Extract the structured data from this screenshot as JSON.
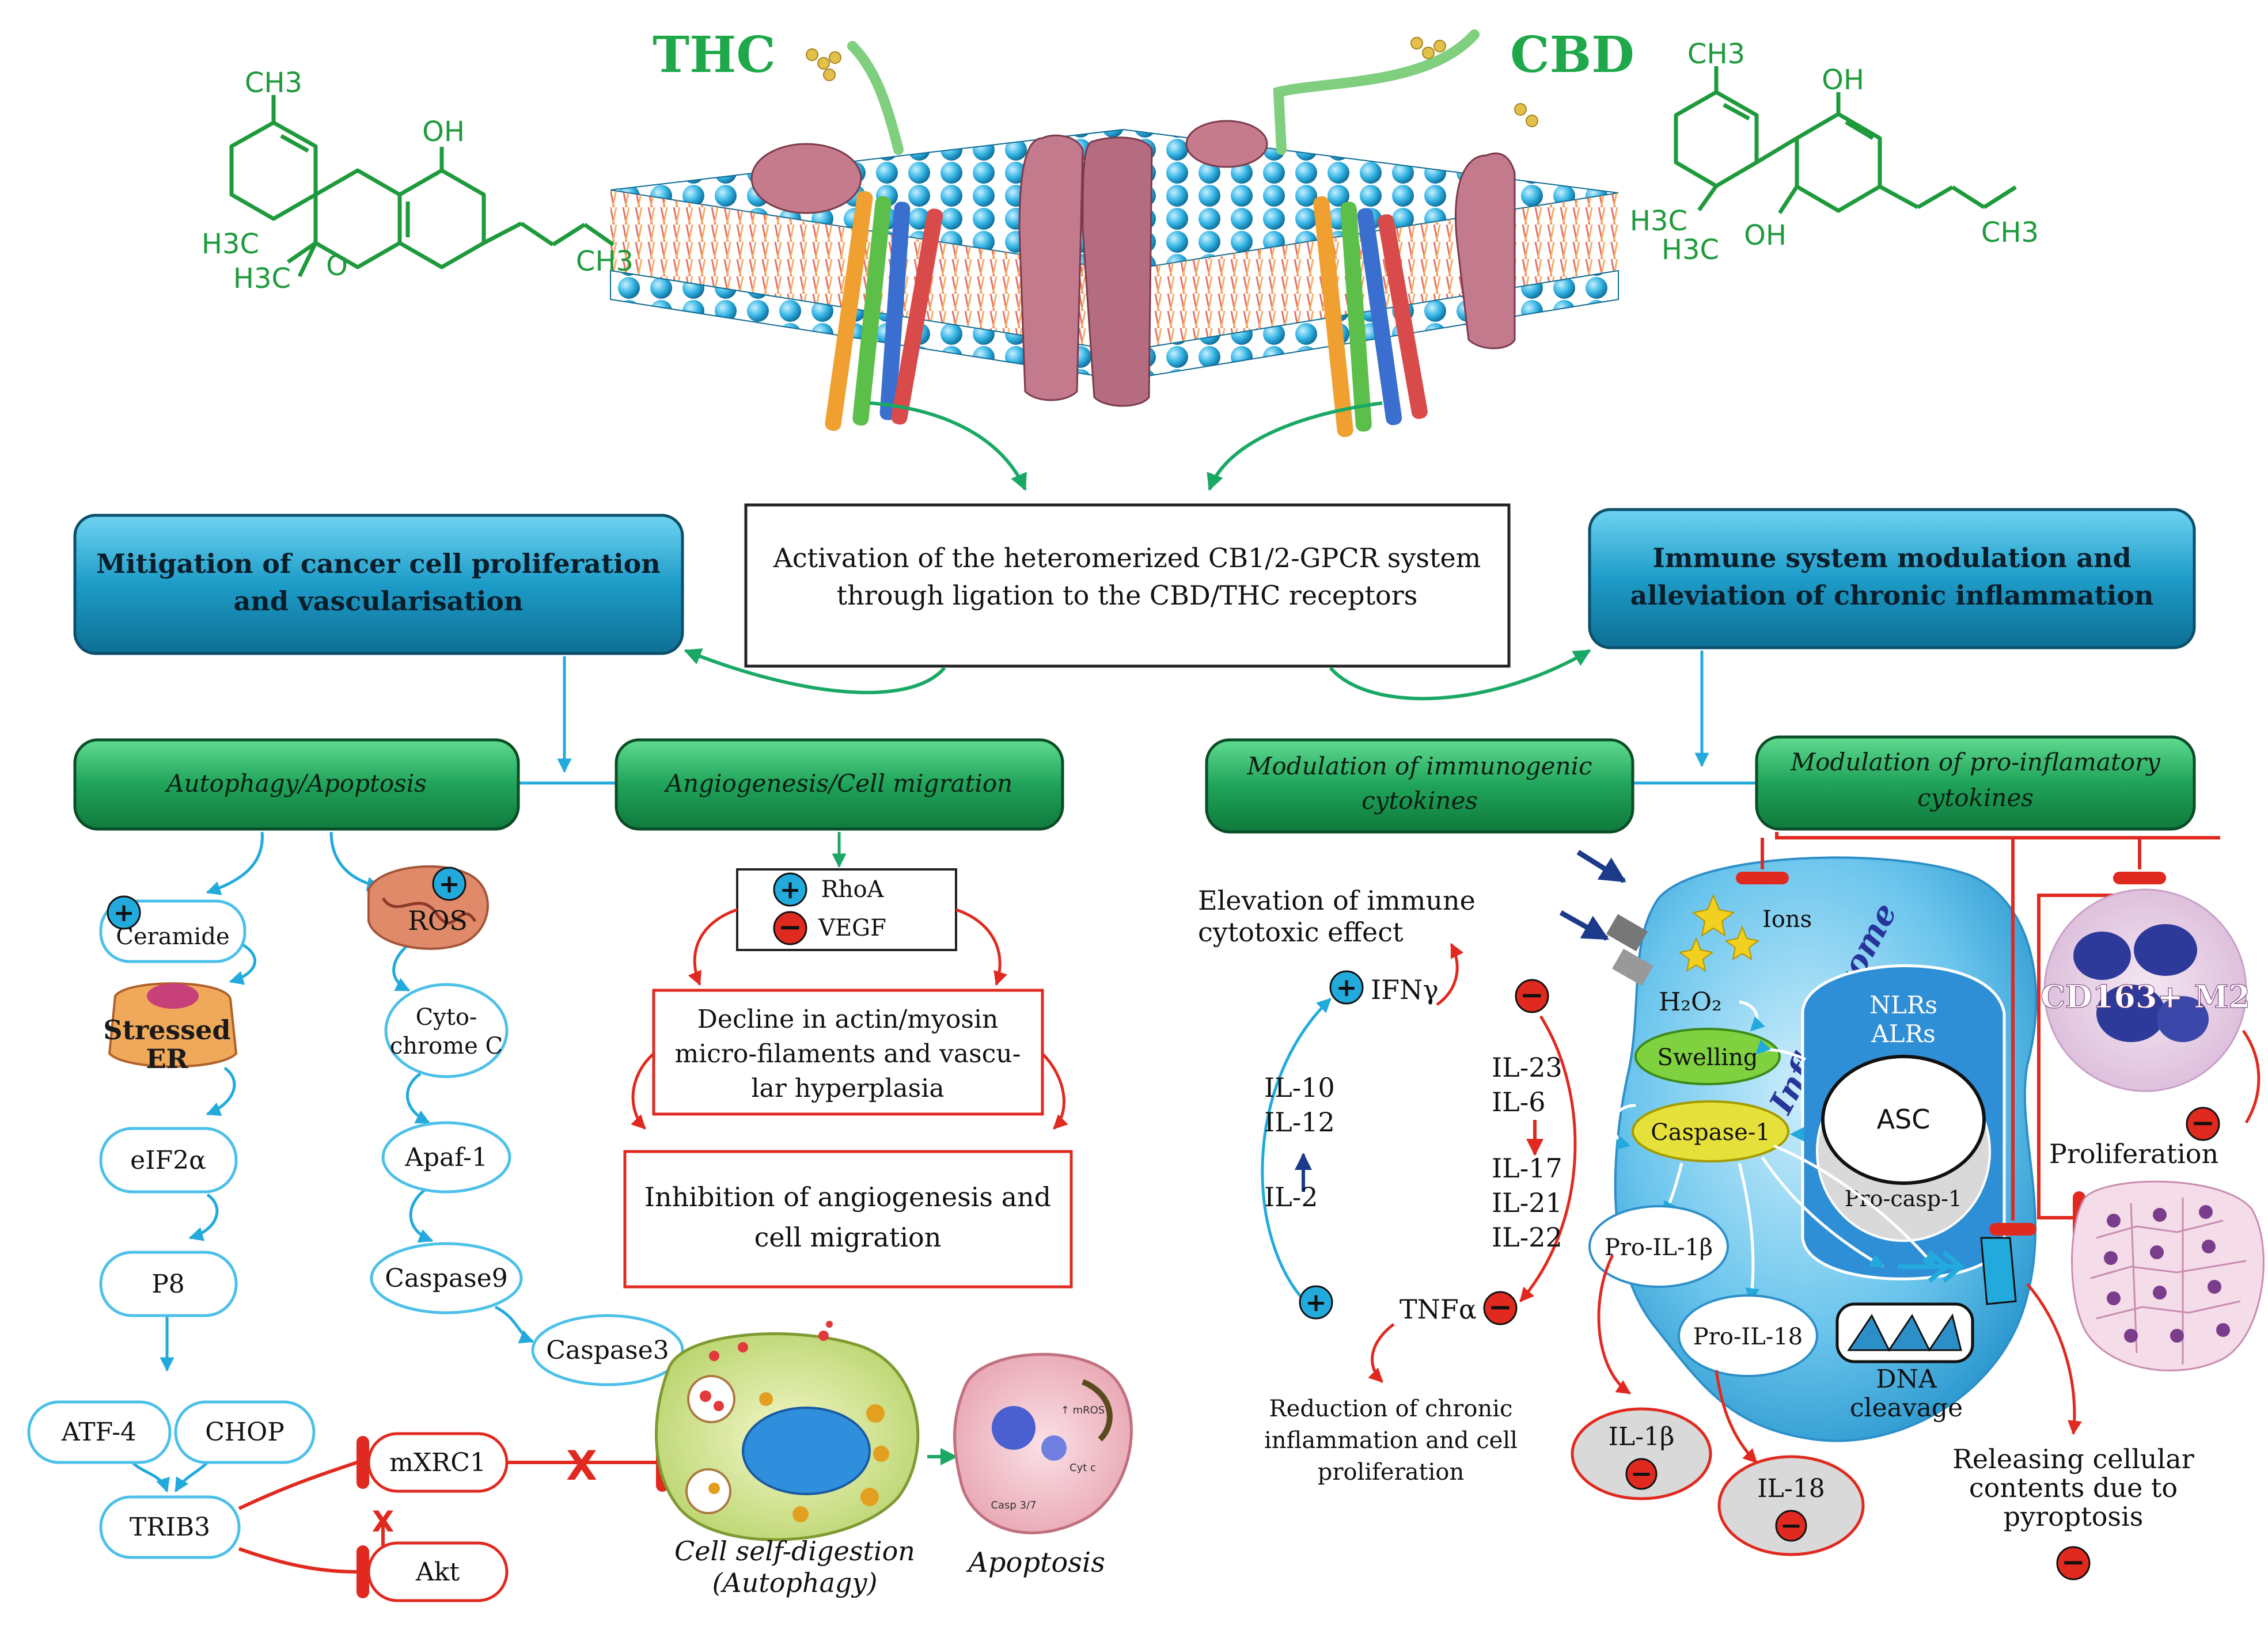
{
  "molecules": {
    "thc": {
      "label": "THC",
      "ch3_top": "CH3",
      "oh": "OH",
      "h3c_a": "H3C",
      "h3c_b": "H3C",
      "o": "O",
      "ch3_tail": "CH3"
    },
    "cbd": {
      "label": "CBD",
      "ch3_top": "CH3",
      "oh_top": "OH",
      "h3c_a": "H3C",
      "h3c_b": "H3C",
      "oh_bottom": "OH",
      "ch3_tail": "CH3"
    }
  },
  "central": {
    "line1": "Activation of the heteromerized CB1/2-GPCR system",
    "line2": "through ligation to the CBD/THC receptors"
  },
  "left_header": {
    "line1": "Mitigation of cancer cell proliferation",
    "line2": "and vascularisation"
  },
  "right_header": {
    "line1": "Immune system modulation and",
    "line2": "alleviation of chronic inflammation"
  },
  "sub_headers": {
    "autophagy": "Autophagy/Apoptosis",
    "angiogenesis": "Angiogenesis/Cell migration",
    "immunogenic_1": "Modulation of immunogenic",
    "immunogenic_2": "cytokines",
    "proinflam_1": "Modulation of pro-inflamatory",
    "proinflam_2": "cytokines"
  },
  "autophagy_chain": {
    "ceramide": "Ceramide",
    "stressed_1": "Stressed",
    "stressed_2": "ER",
    "eif2a": "eIF2α",
    "p8": "P8",
    "atf4": "ATF-4",
    "chop": "CHOP",
    "trib3": "TRIB3",
    "mxrc1": "mXRC1",
    "akt": "Akt",
    "ros": "ROS",
    "cyto_1": "Cyto-",
    "cyto_2": "chrome C",
    "apaf1": "Apaf-1",
    "caspase9": "Caspase9",
    "caspase3": "Caspase3",
    "cross": "X"
  },
  "autophagy_labels": {
    "self_digestion_1": "Cell self-digestion",
    "self_digestion_2": "(Autophagy)",
    "apoptosis": "Apoptosis",
    "mini_mros": "↑ mROS",
    "mini_cytc": "Cyt c",
    "mini_casp": "Casp 3/7"
  },
  "angiogenesis": {
    "rhoa": "RhoA",
    "vegf": "VEGF",
    "decline_1": "Decline in actin/myosin",
    "decline_2": "micro-filaments and vascu-",
    "decline_3": "lar hyperplasia",
    "inhibit_1": "Inhibition of angiogenesis and",
    "inhibit_2": "cell migration"
  },
  "immunogenic": {
    "elevation_1": "Elevation of immune",
    "elevation_2": "cytotoxic effect",
    "ifn": "IFNγ",
    "il10": "IL-10",
    "il12": "IL-12",
    "il2": "IL-2",
    "tnf": "TNFα",
    "il23": "IL-23",
    "il6": "IL-6",
    "il17": "IL-17",
    "il21": "IL-21",
    "il22": "IL-22",
    "reduction_1": "Reduction of chronic",
    "reduction_2": "inflammation and cell",
    "reduction_3": "proliferation"
  },
  "inflammasome": {
    "ions": "Ions",
    "h2o2": "H₂O₂",
    "title": "Inflamasome",
    "nlrs": "NLRs",
    "alrs": "ALRs",
    "asc": "ASC",
    "procasp": "Pro-casp-1",
    "swelling": "Swelling",
    "caspase1": "Caspase-1",
    "pro_il1b": "Pro-IL-1β",
    "pro_il18": "Pro-IL-18",
    "dna_1": "DNA",
    "dna_2": "cleavage",
    "il1b": "IL-1β",
    "il18": "IL-18"
  },
  "macrophage": {
    "label": "CD163+ M2",
    "proliferation": "Proliferation",
    "releasing_1": "Releasing cellular",
    "releasing_2": "contents due to",
    "releasing_3": "pyroptosis"
  },
  "signs": {
    "plus": "+",
    "minus": "−"
  },
  "colors": {
    "green_text": "#1fa84a",
    "cyan_arrow": "#22aadd",
    "red_inhib": "#e02a20",
    "header_blue": "#1a8fb8",
    "header_green": "#1f9a55",
    "pill_border": "#4cc0e8",
    "molecule_green": "#1e9a3c"
  }
}
